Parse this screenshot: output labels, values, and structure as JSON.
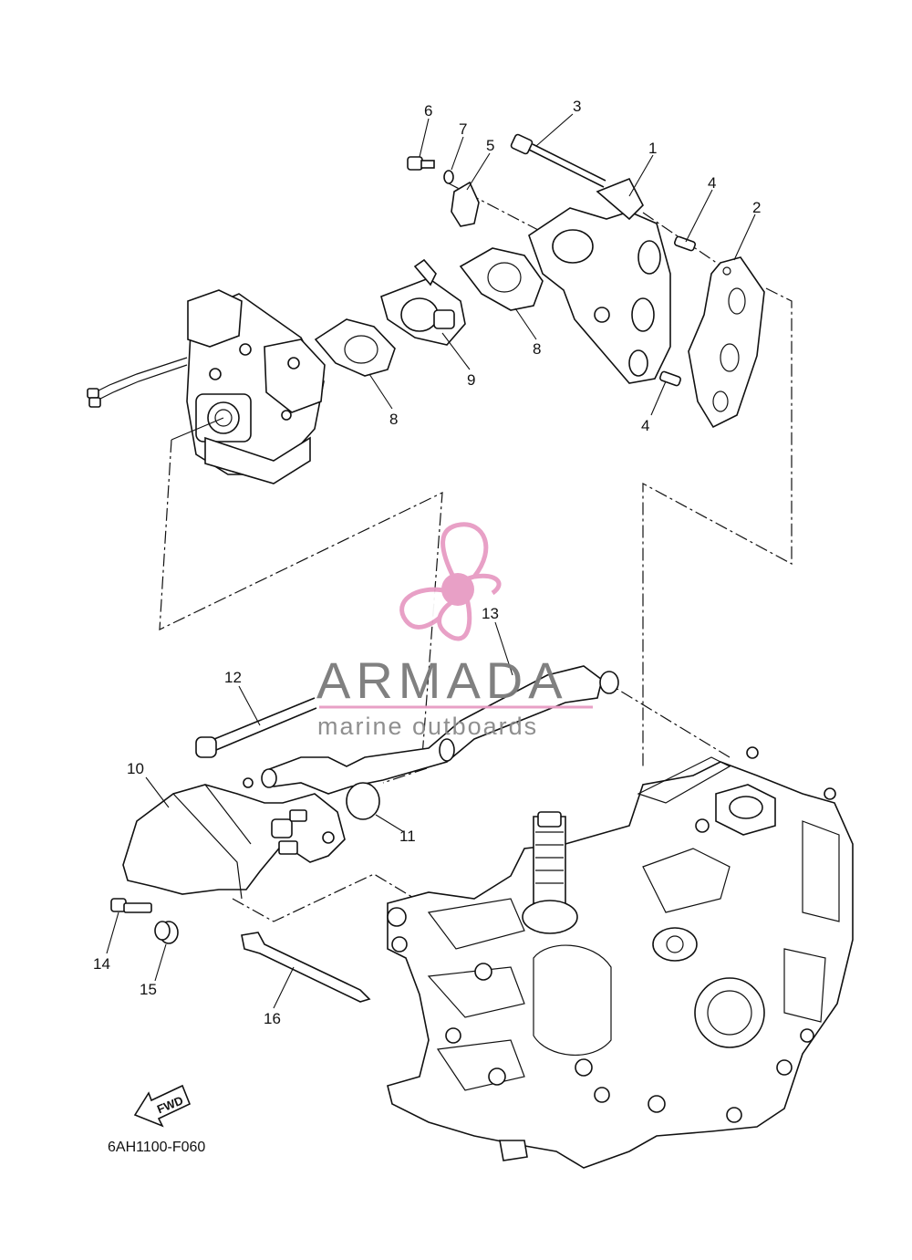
{
  "diagram": {
    "code": "6AH1100-F060",
    "fwd_label": "FWD",
    "callouts": [
      "1",
      "2",
      "3",
      "4",
      "4",
      "5",
      "6",
      "7",
      "8",
      "8",
      "9",
      "10",
      "11",
      "12",
      "13",
      "14",
      "15",
      "16"
    ]
  },
  "watermark": {
    "brand": "ARMADA",
    "tagline": "marine outboards",
    "accent": "#e79bc4",
    "rule": "#e79bc4"
  },
  "colors": {
    "line": "#111111",
    "background": "#ffffff"
  }
}
